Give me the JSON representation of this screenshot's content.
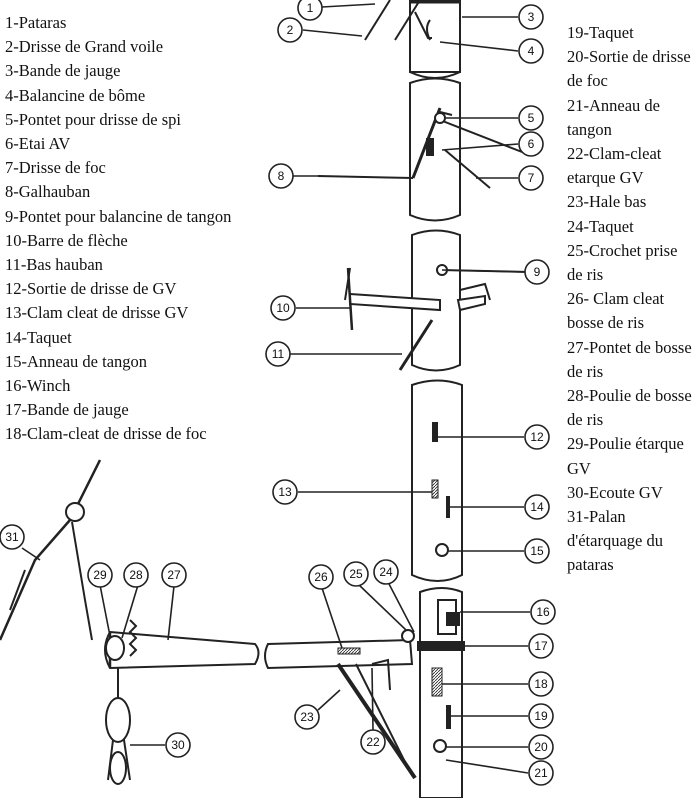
{
  "legend_left": [
    "1-Pataras",
    "2-Drisse de Grand voile",
    "3-Bande de jauge",
    "4-Balancine de bôme",
    "5-Pontet pour drisse de spi",
    "6-Etai AV",
    "7-Drisse de foc",
    "8-Galhauban",
    "9-Pontet pour balancine de tangon",
    "10-Barre de flèche",
    "11-Bas hauban",
    "12-Sortie de drisse de GV",
    "13-Clam cleat de drisse GV",
    "14-Taquet",
    "15-Anneau de tangon",
    "16-Winch",
    "17-Bande de jauge",
    "18-Clam-cleat de drisse de foc"
  ],
  "legend_right": [
    "19-Taquet",
    "20-Sortie de drisse de foc",
    "21-Anneau de tangon",
    "22-Clam-cleat etarque GV",
    "23-Hale bas",
    "24-Taquet",
    "25-Crochet prise de ris",
    "26- Clam cleat bosse de ris",
    "27-Pontet de bosse de ris",
    "28-Poulie de bosse de ris",
    "29-Poulie étarque GV",
    "30-Ecoute GV",
    "31-Palan d'étarquage du pataras"
  ],
  "callouts": [
    "1",
    "2",
    "3",
    "4",
    "5",
    "6",
    "7",
    "8",
    "9",
    "10",
    "11",
    "12",
    "13",
    "14",
    "15",
    "16",
    "17",
    "18",
    "19",
    "20",
    "21",
    "22",
    "23",
    "24",
    "25",
    "26",
    "27",
    "28",
    "29",
    "30",
    "31"
  ]
}
